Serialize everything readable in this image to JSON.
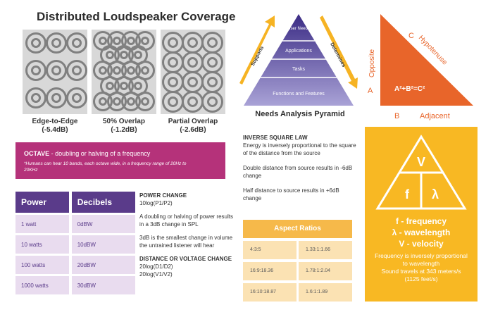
{
  "coverage": {
    "title": "Distributed Loudspeaker Coverage",
    "panels": [
      {
        "name": "Edge-to-Edge",
        "value": "(-5.4dB)"
      },
      {
        "name": "50% Overlap",
        "value": "(-1.2dB)"
      },
      {
        "name": "Partial Overlap",
        "value": "(-2.6dB)"
      }
    ]
  },
  "pyramid": {
    "title": "Needs Analysis Pyramid",
    "levels": [
      "User Needs",
      "Applications",
      "Tasks",
      "Functions and Features"
    ],
    "left_arrow": "Supports",
    "right_arrow": "Determines"
  },
  "triangle": {
    "labels": {
      "a": "A",
      "b": "B",
      "c": "C",
      "opposite": "Opposite",
      "hypotenuse": "Hypotenuse",
      "adjacent": "Adjacent",
      "formula": "A²+B²=C²"
    },
    "color": "#e8652a"
  },
  "octave": {
    "heading": "OCTAVE",
    "definition": " - doubling or halving of a frequency",
    "note": "*Humans can hear 10 bands, each octave wide, in a frequency range of 20Hz to 20KHz"
  },
  "inverse": {
    "heading": "INVERSE SQUARE LAW",
    "p1": "Energy is inversely proportional to the square of the distance from the source",
    "p2": "Double distance from source results in -6dB change",
    "p3": "Half distance to source results in +6dB change"
  },
  "power_table": {
    "headers": [
      "Power",
      "Decibels"
    ],
    "rows": [
      [
        "1 watt",
        "0dBW"
      ],
      [
        "10 watts",
        "10dBW"
      ],
      [
        "100 watts",
        "20dBW"
      ],
      [
        "1000 watts",
        "30dBW"
      ]
    ]
  },
  "power_change": {
    "heading": "POWER CHANGE",
    "formula": "10log(P1/P2)",
    "p1": "A doubling or halving of power results in a 3dB change in SPL",
    "p2": "3dB is the smallest change in volume the untrained listener will hear"
  },
  "distance_change": {
    "heading": "DISTANCE OR VOLTAGE CHANGE",
    "f1": "20log(D1/D2)",
    "f2": "20log(V1/V2)"
  },
  "aspect": {
    "title": "Aspect Ratios",
    "rows": [
      [
        "4:3:5",
        "1.33:1:1.66"
      ],
      [
        "16:9:18.36",
        "1.78:1:2.04"
      ],
      [
        "16:10:18.87",
        "1.6:1:1.89"
      ]
    ]
  },
  "wave": {
    "v": "V",
    "f": "f",
    "l": "λ",
    "line1": "f - frequency",
    "line2": "λ - wavelength",
    "line3": "V - velocity",
    "p1": "Frequency is inversely proportional to wavelength",
    "p2": "Sound travels at 343 meters/s (1125 feet/s)"
  }
}
